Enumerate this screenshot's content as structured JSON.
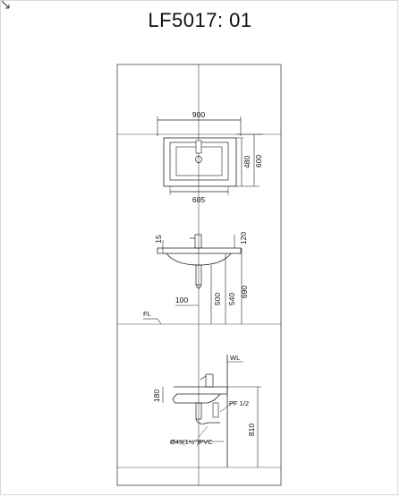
{
  "title": "LF5017: 01",
  "top_view": {
    "width": "900",
    "depth_inner": "480",
    "depth_outer": "600",
    "basin": "605"
  },
  "front_view": {
    "rim": "15",
    "top": "120",
    "drain_offset": "100",
    "h1": "500",
    "h2": "540",
    "h3": "690",
    "floor": "FL"
  },
  "side_view": {
    "wall": "WL",
    "depth": "180",
    "pf": "PF 1/2",
    "height": "810",
    "pipe": "Ø49(1½\")PVC"
  }
}
